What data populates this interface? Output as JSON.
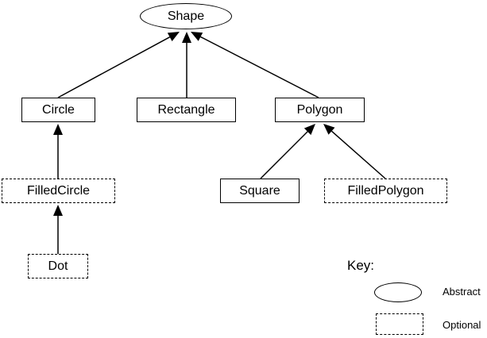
{
  "diagram": {
    "nodes": {
      "shape": {
        "label": "Shape",
        "style": "abstract"
      },
      "circle": {
        "label": "Circle",
        "style": "solid"
      },
      "rectangle": {
        "label": "Rectangle",
        "style": "solid"
      },
      "polygon": {
        "label": "Polygon",
        "style": "solid"
      },
      "filled_circle": {
        "label": "FilledCircle",
        "style": "optional"
      },
      "square": {
        "label": "Square",
        "style": "solid"
      },
      "filled_polygon": {
        "label": "FilledPolygon",
        "style": "optional"
      },
      "dot": {
        "label": "Dot",
        "style": "optional"
      }
    },
    "edges": [
      {
        "from": "circle",
        "to": "shape"
      },
      {
        "from": "rectangle",
        "to": "shape"
      },
      {
        "from": "polygon",
        "to": "shape"
      },
      {
        "from": "filled_circle",
        "to": "circle"
      },
      {
        "from": "dot",
        "to": "filled_circle"
      },
      {
        "from": "square",
        "to": "polygon"
      },
      {
        "from": "filled_polygon",
        "to": "polygon"
      }
    ]
  },
  "key": {
    "title": "Key:",
    "abstract_label": "Abstract",
    "optional_label": "Optional"
  }
}
